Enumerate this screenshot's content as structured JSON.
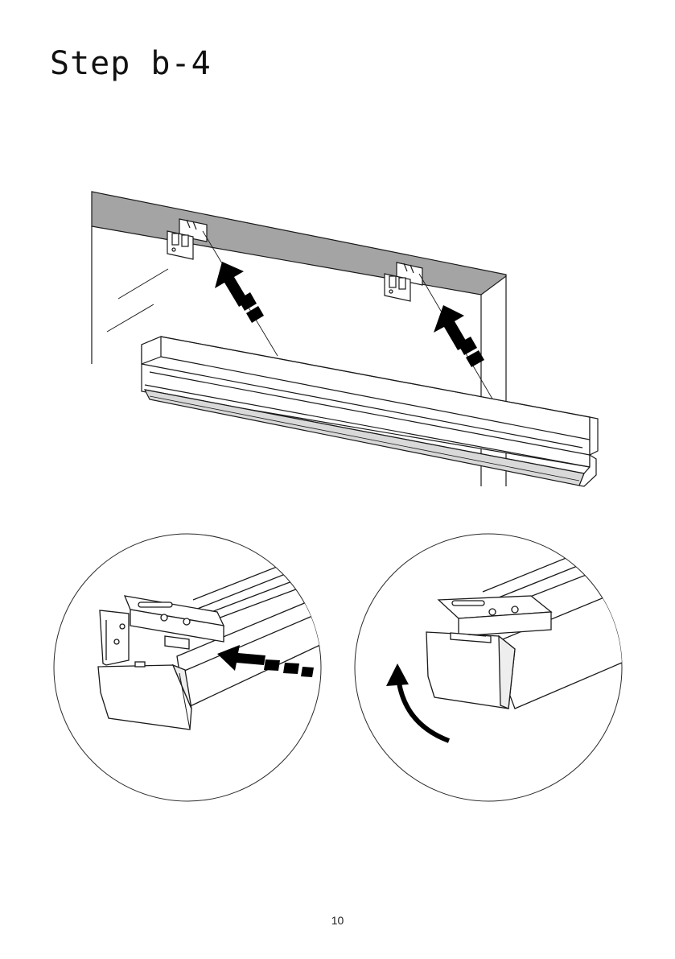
{
  "title": "Step b-4",
  "page_number": "10",
  "figures": {
    "main": "rail-mounting-illustration",
    "detail_left": "end-cap-slide-in-detail",
    "detail_right": "end-cap-rotate-detail"
  },
  "icons": [
    "push-arrow-icon",
    "rotate-arrow-icon"
  ],
  "colors": {
    "ceiling": "#a4a4a4",
    "line": "#1a1a1a",
    "arrow": "#000000"
  }
}
